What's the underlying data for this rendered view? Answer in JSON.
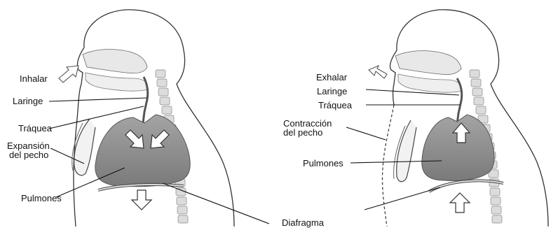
{
  "inhale_panel": {
    "inhalar": "Inhalar",
    "laringe": "Laringe",
    "traquea": "Tráquea",
    "expansion_line1": "Expansión",
    "expansion_line2": "del pecho",
    "pulmones": "Pulmones"
  },
  "exhale_panel": {
    "exhalar": "Exhalar",
    "laringe": "Laringe",
    "traquea": "Tráquea",
    "contraccion_line1": "Contracción",
    "contraccion_line2": "del pecho",
    "pulmones": "Pulmones"
  },
  "shared": {
    "diafragma": "Diafragma"
  },
  "colors": {
    "lung_fill": "#8c8c8c",
    "lung_stroke": "#555555",
    "body_outline": "#333333",
    "spine_fill": "#dcdcdc",
    "label_text": "#111111"
  }
}
